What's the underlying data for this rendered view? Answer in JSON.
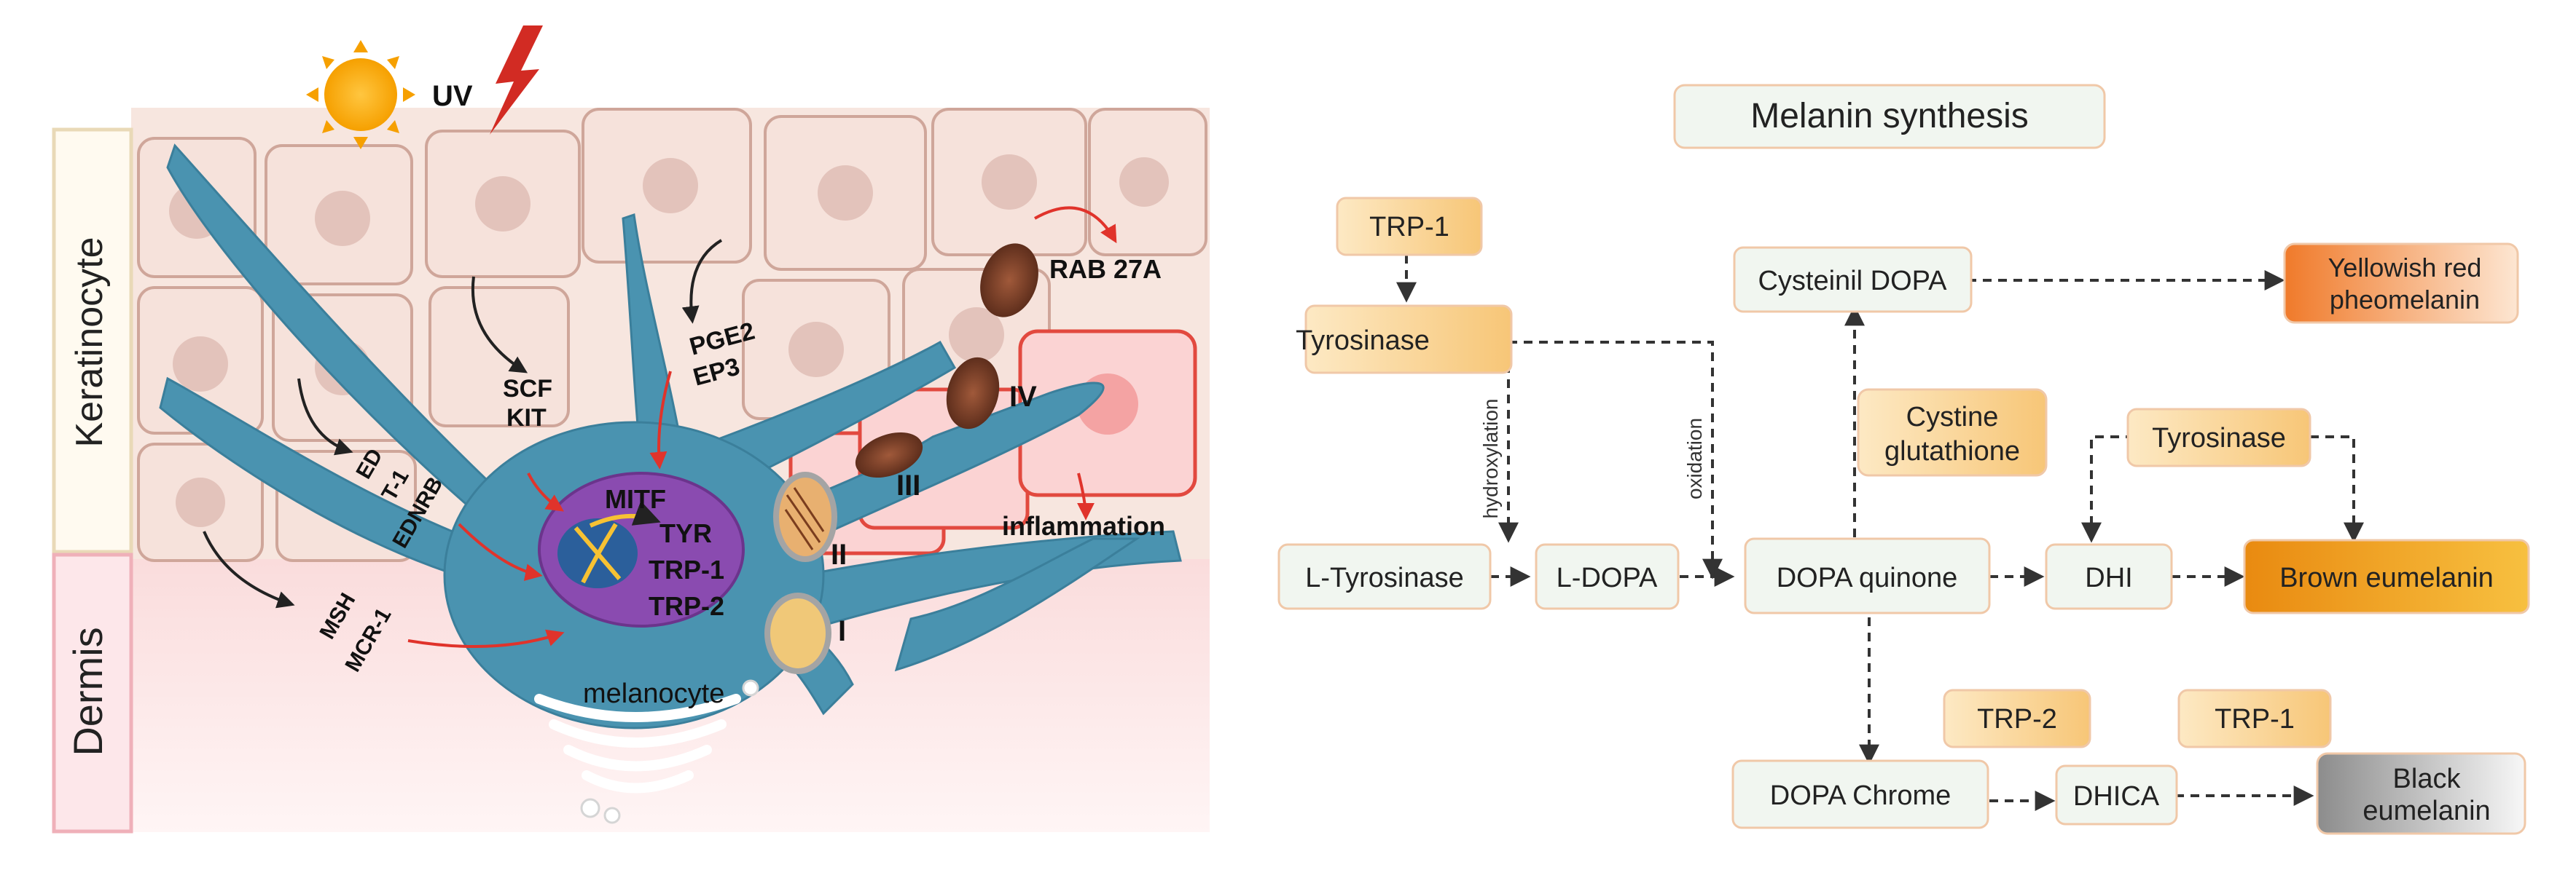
{
  "left_panel": {
    "layer_labels": {
      "keratinocyte": "Keratinocyte",
      "dermis": "Dermis"
    },
    "uv_label": "UV",
    "signals": {
      "scf": "SCF",
      "kit": "KIT",
      "pge2": "PGE2",
      "ep3": "EP3",
      "ed": "ED",
      "t1": "T-1",
      "ednrb": "EDNRB",
      "msh": "MSH",
      "mcr1": "MCR-1",
      "rab27a": "RAB 27A",
      "inflammation": "inflammation"
    },
    "nucleus": {
      "mitf": "MITF",
      "tyr": "TYR",
      "trp1": "TRP-1",
      "trp2": "TRP-2"
    },
    "cell_label": "melanocyte",
    "stages": [
      "I",
      "II",
      "III",
      "IV"
    ],
    "colors": {
      "melanocyte": "#4a93b0",
      "nucleus": "#8a4bb0",
      "skin": "#f3dcd5",
      "inflammation": "#e24a4a"
    }
  },
  "right_panel": {
    "title": "Melanin synthesis",
    "nodes": {
      "trp1_top": "TRP-1",
      "tyrosinase": "Tyrosinase",
      "l_tyrosinase": "L-Tyrosinase",
      "l_dopa": "L-DOPA",
      "dopa_quinone": "DOPA quinone",
      "cysteinil_dopa": "Cysteinil DOPA",
      "cystine_glutathione": [
        "Cystine",
        "glutathione"
      ],
      "yellowish_red": [
        "Yellowish red",
        "pheomelanin"
      ],
      "tyrosinase_2": "Tyrosinase",
      "dhi": "DHI",
      "brown_eumelanin": "Brown eumelanin",
      "dopa_chrome": "DOPA Chrome",
      "trp2": "TRP-2",
      "trp1_bottom": "TRP-1",
      "dhica": "DHICA",
      "black_eumelanin": [
        "Black",
        "eumelanin"
      ]
    },
    "edge_labels": {
      "hydroxylation": "hydroxylation",
      "oxidation": "oxidation"
    },
    "colors": {
      "enzyme": "#fbd79a",
      "plain": "#f1f6f0",
      "border": "#f0c8a8",
      "pheo": "#f08a3c",
      "brown": "#f0a020",
      "black": "#9a9a9a"
    }
  }
}
